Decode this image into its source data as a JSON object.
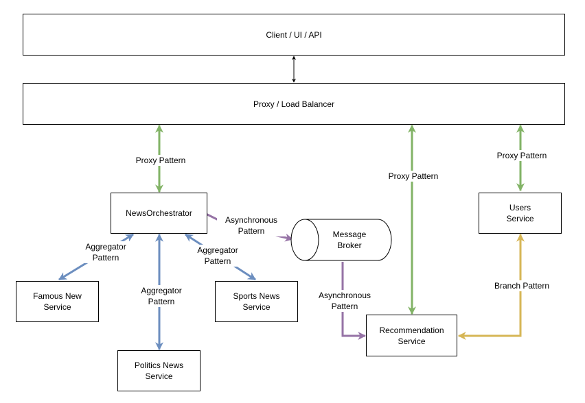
{
  "nodes": {
    "client": "Client / UI / API",
    "proxy": "Proxy / Load Balancer",
    "orchestrator": "NewsOrchestrator",
    "message_broker": "Message\nBroker",
    "users": "Users\nService",
    "famous": "Famous New\nService",
    "sports": "Sports News\nService",
    "politics": "Politics News\nService",
    "recommendation": "Recommendation\nService"
  },
  "edge_labels": {
    "proxy_orchestrator": "Proxy Pattern",
    "proxy_recommendation": "Proxy Pattern",
    "proxy_users": "Proxy Pattern",
    "orch_broker": "Asynchronous\nPattern",
    "orch_famous": "Aggregator\nPattern",
    "orch_politics": "Aggregator\nPattern",
    "orch_sports": "Aggregator\nPattern",
    "broker_recommendation": "Asynchronous\nPattern",
    "recommendation_users": "Branch Pattern"
  },
  "colors": {
    "green": "#82b366",
    "blue": "#6c8ebf",
    "purple": "#9673a6",
    "yellow": "#d6b656",
    "black": "#000000"
  }
}
